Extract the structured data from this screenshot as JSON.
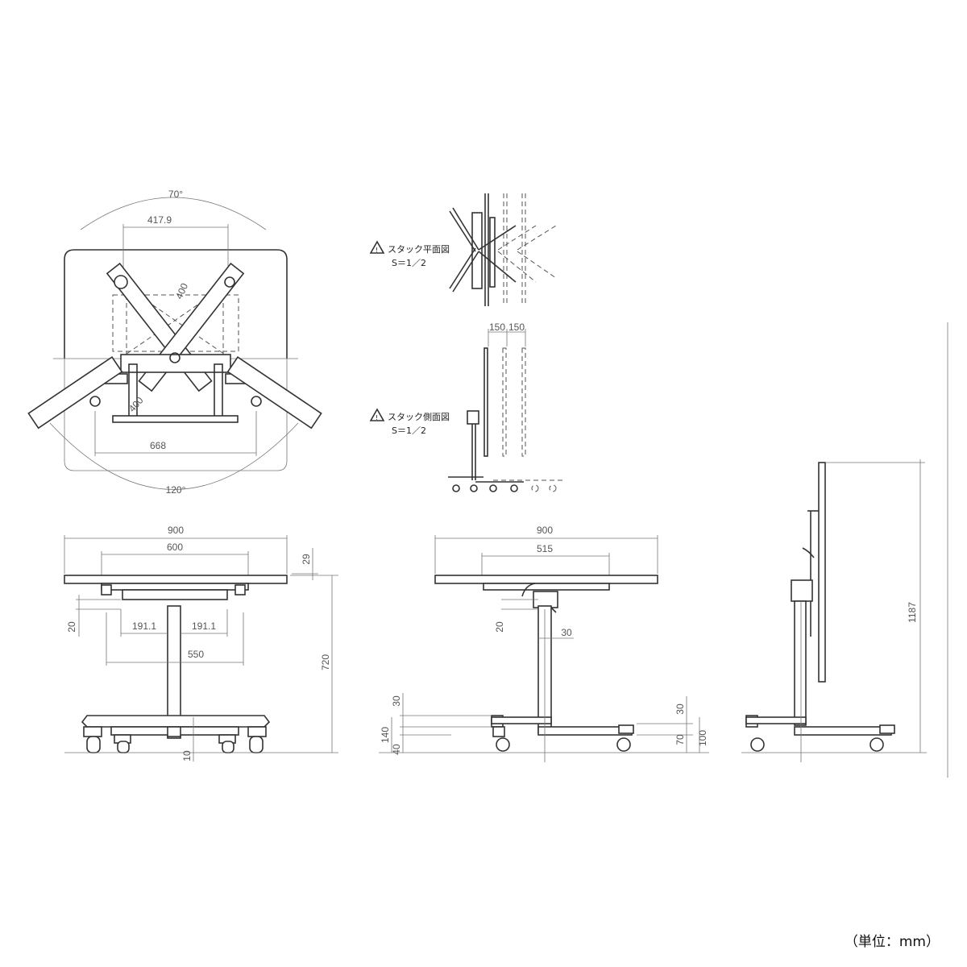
{
  "unit_label": "（単位：mm）",
  "top_view": {
    "angle_top": "70°",
    "angle_bottom": "120°",
    "dim_417": "417.9",
    "dim_400a": "400",
    "dim_400b": "400",
    "dim_668": "668"
  },
  "stack_plan": {
    "title": "スタック平面図",
    "scale": "S＝1／2"
  },
  "stack_side": {
    "title": "スタック側面図",
    "scale": "S＝1／2",
    "dim_150a": "150",
    "dim_150b": "150"
  },
  "front_view": {
    "dim_900": "900",
    "dim_600": "600",
    "dim_29": "29",
    "dim_20": "20",
    "dim_191a": "191.1",
    "dim_191b": "191.1",
    "dim_550": "550",
    "dim_720": "720",
    "dim_10": "10"
  },
  "side_view": {
    "dim_900": "900",
    "dim_515": "515",
    "dim_20": "20",
    "dim_30": "30",
    "dim_30a": "30",
    "dim_140": "140",
    "dim_40": "40",
    "dim_30b": "30",
    "dim_70": "70",
    "dim_100": "100"
  },
  "folded_view": {
    "dim_1187": "1187"
  }
}
